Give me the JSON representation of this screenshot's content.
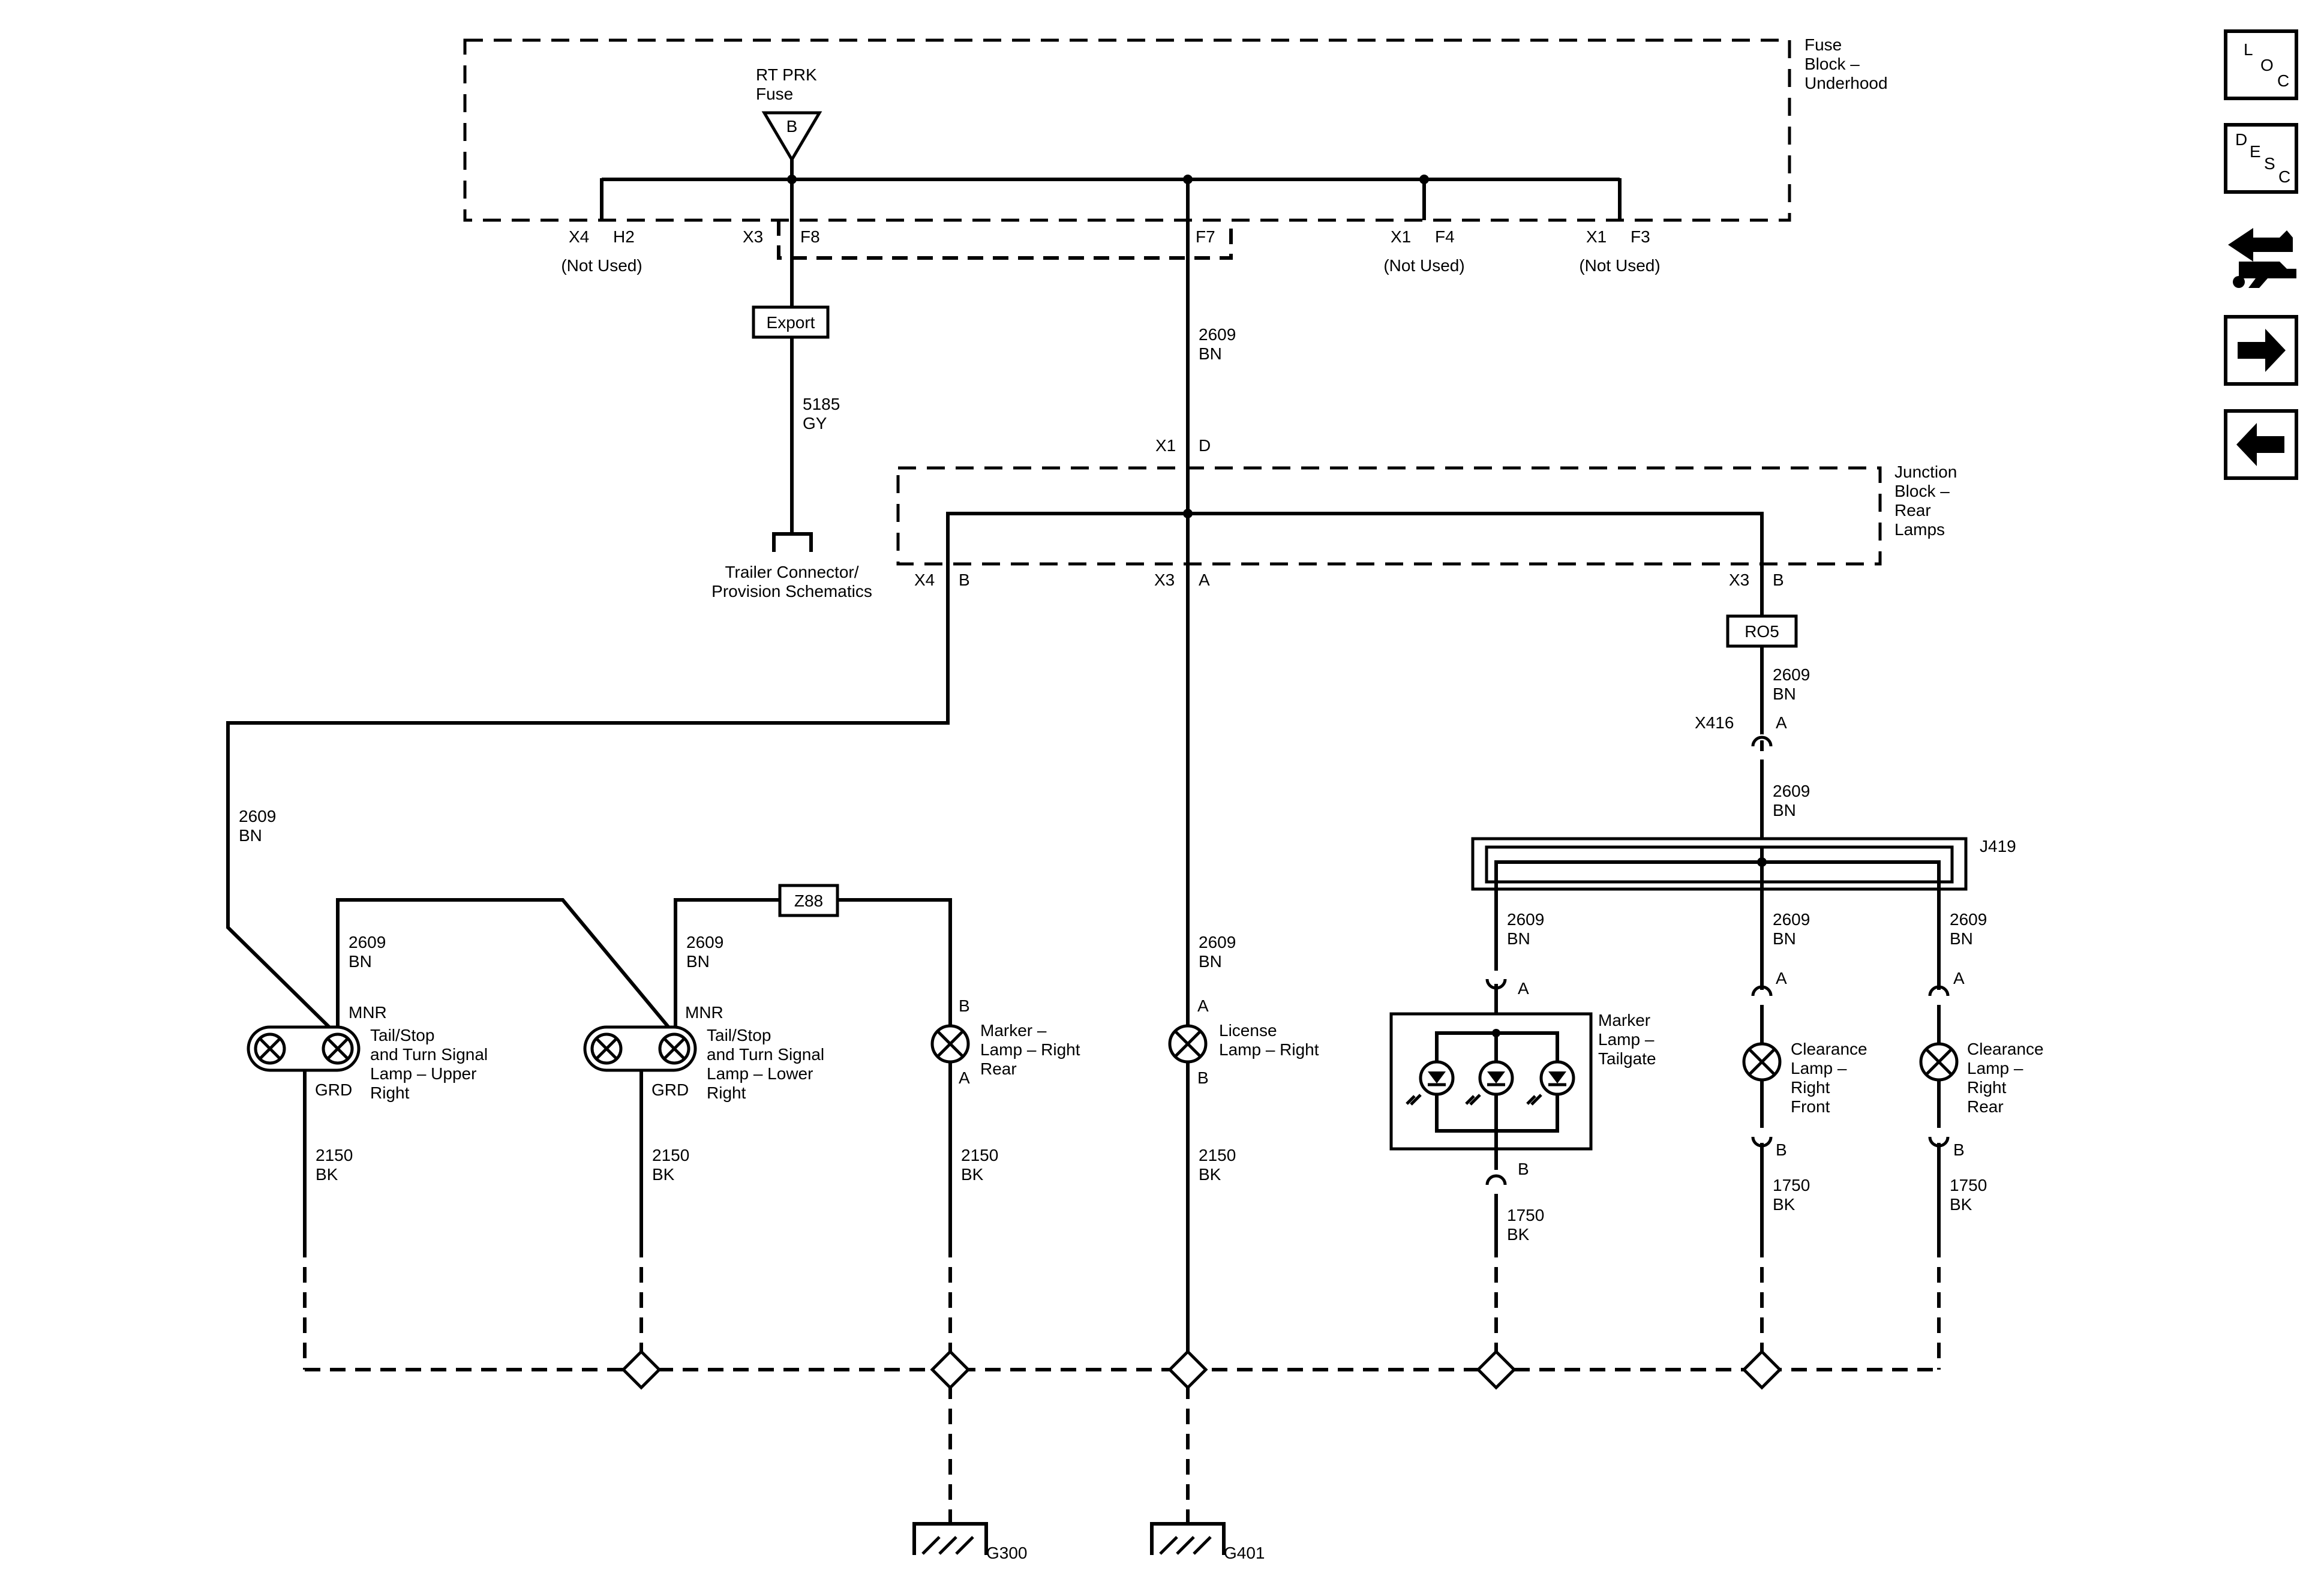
{
  "fuse_block": {
    "title": [
      "Fuse",
      "Block –",
      "Underhood"
    ],
    "fuse_label": [
      "RT PRK",
      "Fuse"
    ],
    "fuse_pin": "B",
    "pins": [
      {
        "connector": "X4",
        "terminal": "H2",
        "note": "(Not Used)"
      },
      {
        "connector": "X3",
        "terminal": "F8",
        "note": ""
      },
      {
        "connector": "",
        "terminal": "F7",
        "note": ""
      },
      {
        "connector": "X1",
        "terminal": "F4",
        "note": "(Not Used)"
      },
      {
        "connector": "X1",
        "terminal": "F3",
        "note": "(Not Used)"
      }
    ]
  },
  "export": {
    "box": "Export",
    "wire": [
      "5185",
      "GY"
    ],
    "destination": [
      "Trailer Connector/",
      "Provision Schematics"
    ]
  },
  "main_feed": {
    "wire": [
      "2609",
      "BN"
    ],
    "connector": "X1",
    "terminal": "D"
  },
  "junction_block": {
    "title": [
      "Junction",
      "Block –",
      "Rear",
      "Lamps"
    ],
    "pins": [
      {
        "connector": "X4",
        "terminal": "B"
      },
      {
        "connector": "X3",
        "terminal": "A"
      },
      {
        "connector": "X3",
        "terminal": "B"
      }
    ]
  },
  "option_boxes": {
    "ro5": "RO5",
    "z88": "Z88"
  },
  "inline_connector": {
    "connector": "X416",
    "terminal": "A"
  },
  "splice": "J419",
  "wires": {
    "feed": [
      "2609",
      "BN"
    ],
    "ground_2150": [
      "2150",
      "BK"
    ],
    "ground_1750": [
      "1750",
      "BK"
    ]
  },
  "components": {
    "tail_upper": {
      "label": [
        "Tail/Stop",
        "and Turn Signal",
        "Lamp – Upper",
        "Right"
      ],
      "pin_top": "MNR",
      "pin_bottom": "GRD"
    },
    "tail_lower": {
      "label": [
        "Tail/Stop",
        "and Turn Signal",
        "Lamp – Lower",
        "Right"
      ],
      "pin_top": "MNR",
      "pin_bottom": "GRD"
    },
    "marker_rear": {
      "label": [
        "Marker –",
        "Lamp – Right",
        "Rear"
      ],
      "pin_top": "B",
      "pin_bottom": "A"
    },
    "license": {
      "label": [
        "License",
        "Lamp – Right"
      ],
      "pin_top": "A",
      "pin_bottom": "B"
    },
    "marker_tailgate": {
      "label": [
        "Marker",
        "Lamp –",
        "Tailgate"
      ],
      "pin_top": "A",
      "pin_bottom": "B"
    },
    "clearance_front": {
      "label": [
        "Clearance",
        "Lamp –",
        "Right",
        "Front"
      ],
      "pin_top": "A",
      "pin_bottom": "B"
    },
    "clearance_rear": {
      "label": [
        "Clearance",
        "Lamp –",
        "Right",
        "Rear"
      ],
      "pin_top": "A",
      "pin_bottom": "B"
    }
  },
  "grounds": [
    "G300",
    "G401"
  ],
  "nav_buttons": [
    {
      "icon": "loc-icon",
      "text": [
        "L",
        "O",
        "C"
      ]
    },
    {
      "icon": "desc-icon",
      "text": [
        "D",
        "E",
        "S",
        "C"
      ]
    },
    {
      "icon": "connector-hand-icon"
    },
    {
      "icon": "arrow-right-icon"
    },
    {
      "icon": "arrow-left-icon"
    }
  ]
}
